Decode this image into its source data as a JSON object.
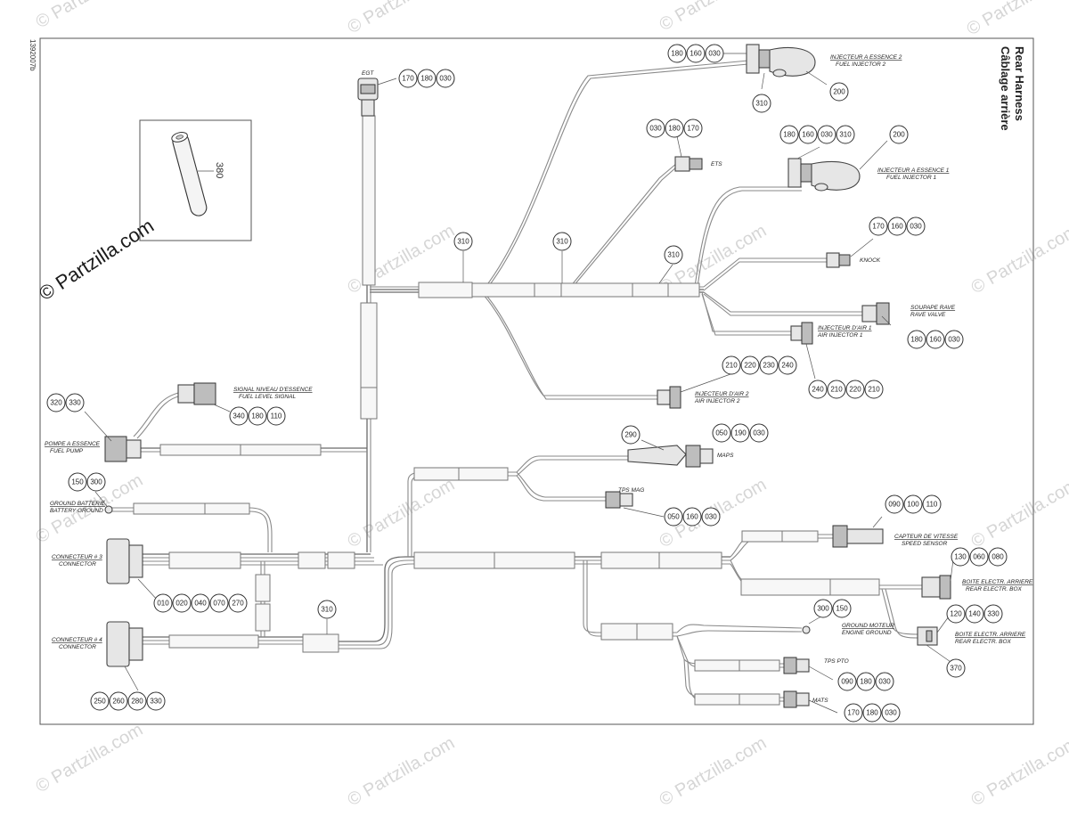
{
  "title": {
    "en": "Rear Harness",
    "fr": "Câblage arrière"
  },
  "doc_number": "1392007b",
  "watermark": "© Partzilla.com",
  "inset_part": "380",
  "labels": {
    "egt": "EGT",
    "inj2_fr": "INJECTEUR A ESSENCE 2",
    "inj2_en": "FUEL INJECTOR 2",
    "ets": "ETS",
    "inj1_fr": "INJECTEUR A ESSENCE 1",
    "inj1_en": "FUEL INJECTOR 1",
    "knock": "KNOCK",
    "rave_fr": "SOUPAPE RAVE",
    "rave_en": "RAVE VALVE",
    "air1_fr": "INJECTEUR D'AIR 1",
    "air1_en": "AIR INJECTOR 1",
    "air2_fr": "INJECTEUR D'AIR 2",
    "air2_en": "AIR INJECTOR 2",
    "fuel_sig_fr": "SIGNAL NIVEAU D'ESSENCE",
    "fuel_sig_en": "FUEL LEVEL SIGNAL",
    "pump_fr": "POMPE A ESSENCE",
    "pump_en": "FUEL PUMP",
    "gnd_batt_fr": "GROUND BATTERIE",
    "gnd_batt_en": "BATTERY GROUND",
    "conn3_fr": "CONNECTEUR # 3",
    "conn3_en": "CONNECTOR",
    "conn4_fr": "CONNECTEUR # 4",
    "conn4_en": "CONNECTOR",
    "maps": "MAPS",
    "tps_mag": "TPS MAG",
    "speed_fr": "CAPTEUR DE VITESSE",
    "speed_en": "SPEED SENSOR",
    "rear_box_fr": "BOITE ELECTR. ARRIERE",
    "rear_box_en": "REAR ELECTR. BOX",
    "gnd_eng_fr": "GROUND MOTEUR",
    "gnd_eng_en": "ENGINE GROUND",
    "rear_box2_fr": "BOITE ELECTR. ARRIERE",
    "rear_box2_en": "REAR ELECTR. BOX",
    "tps_pto": "TPS PTO",
    "mats": "MATS"
  },
  "bubbles": {
    "egt": [
      "170",
      "180",
      "030"
    ],
    "inj2": [
      "180",
      "160",
      "030"
    ],
    "inj2_b": [
      "310"
    ],
    "inj2_c": [
      "200"
    ],
    "ets": [
      "030",
      "180",
      "170"
    ],
    "inj1": [
      "180",
      "160",
      "030",
      "310"
    ],
    "inj1_c": [
      "200"
    ],
    "knock": [
      "170",
      "160",
      "030"
    ],
    "rave": [
      "180",
      "160",
      "030"
    ],
    "air2": [
      "210",
      "220",
      "230",
      "240"
    ],
    "air1": [
      "240",
      "210",
      "220",
      "210"
    ],
    "clip_a": [
      "310"
    ],
    "clip_b": [
      "310"
    ],
    "clip_c": [
      "310"
    ],
    "fuel_sig": [
      "340",
      "180",
      "110"
    ],
    "pump": [
      "320",
      "330"
    ],
    "gnd_batt": [
      "150",
      "300"
    ],
    "conn3": [
      "010",
      "020",
      "040",
      "070",
      "270"
    ],
    "conn4": [
      "250",
      "260",
      "280",
      "330"
    ],
    "clip_d": [
      "310"
    ],
    "maps_a": [
      "290"
    ],
    "maps": [
      "050",
      "190",
      "030"
    ],
    "tps_mag": [
      "050",
      "160",
      "030"
    ],
    "speed": [
      "090",
      "100",
      "110"
    ],
    "rear_box": [
      "130",
      "060",
      "080"
    ],
    "gnd_eng": [
      "300",
      "150"
    ],
    "rear_box2": [
      "120",
      "140",
      "330"
    ],
    "rear_box2_b": [
      "370"
    ],
    "tps_pto": [
      "090",
      "180",
      "030"
    ],
    "mats": [
      "170",
      "180",
      "030"
    ]
  }
}
